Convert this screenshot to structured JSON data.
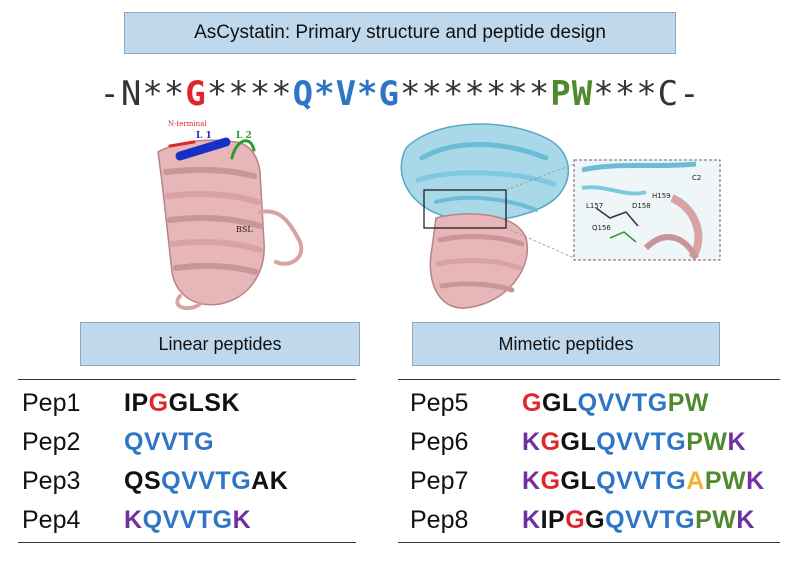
{
  "colors": {
    "red": "#e0262b",
    "blue": "#2e75c6",
    "green": "#4f8a2e",
    "purple": "#7030a0",
    "black": "#111111",
    "orange": "#f2b233",
    "gray": "#333333"
  },
  "title": "AsCystatin: Primary structure and peptide design",
  "sequence": [
    {
      "text": "-N**",
      "color": "gray",
      "bold": false
    },
    {
      "text": "G",
      "color": "red",
      "bold": true
    },
    {
      "text": "****",
      "color": "gray",
      "bold": false
    },
    {
      "text": "Q*V*G",
      "color": "blue",
      "bold": true
    },
    {
      "text": "*******",
      "color": "gray",
      "bold": false
    },
    {
      "text": "PW",
      "color": "green",
      "bold": true
    },
    {
      "text": "***C-",
      "color": "gray",
      "bold": false
    }
  ],
  "figure_left": {
    "n_terminal": "N-terminal",
    "l1": "L 1",
    "l2": "L 2",
    "bsl": "BSL"
  },
  "figure_right": {
    "labels": [
      "C2",
      "H159",
      "L157",
      "D158",
      "Q156"
    ]
  },
  "linear": {
    "header": "Linear peptides",
    "rows": [
      {
        "name": "Pep1",
        "segments": [
          {
            "text": "IP",
            "color": "black"
          },
          {
            "text": "G",
            "color": "red"
          },
          {
            "text": "GLSK",
            "color": "black"
          }
        ]
      },
      {
        "name": "Pep2",
        "segments": [
          {
            "text": "QVVTG",
            "color": "blue"
          }
        ]
      },
      {
        "name": "Pep3",
        "segments": [
          {
            "text": "QS",
            "color": "black"
          },
          {
            "text": "QVVTG",
            "color": "blue"
          },
          {
            "text": "AK",
            "color": "black"
          }
        ]
      },
      {
        "name": "Pep4",
        "segments": [
          {
            "text": "K",
            "color": "purple"
          },
          {
            "text": "QVVTG",
            "color": "blue"
          },
          {
            "text": "K",
            "color": "purple"
          }
        ]
      }
    ]
  },
  "mimetic": {
    "header": "Mimetic peptides",
    "rows": [
      {
        "name": "Pep5",
        "segments": [
          {
            "text": "G",
            "color": "red"
          },
          {
            "text": "GL",
            "color": "black"
          },
          {
            "text": "QVVTG",
            "color": "blue"
          },
          {
            "text": "PW",
            "color": "green"
          }
        ]
      },
      {
        "name": "Pep6",
        "segments": [
          {
            "text": "K",
            "color": "purple"
          },
          {
            "text": "G",
            "color": "red"
          },
          {
            "text": "GL",
            "color": "black"
          },
          {
            "text": "QVVTG",
            "color": "blue"
          },
          {
            "text": "PW",
            "color": "green"
          },
          {
            "text": "K",
            "color": "purple"
          }
        ]
      },
      {
        "name": "Pep7",
        "segments": [
          {
            "text": "K",
            "color": "purple"
          },
          {
            "text": "G",
            "color": "red"
          },
          {
            "text": "GL",
            "color": "black"
          },
          {
            "text": "QVVTG",
            "color": "blue"
          },
          {
            "text": "A",
            "color": "orange"
          },
          {
            "text": "PW",
            "color": "green"
          },
          {
            "text": "K",
            "color": "purple"
          }
        ]
      },
      {
        "name": "Pep8",
        "segments": [
          {
            "text": "K",
            "color": "purple"
          },
          {
            "text": "IP",
            "color": "black"
          },
          {
            "text": "G",
            "color": "red"
          },
          {
            "text": "G",
            "color": "black"
          },
          {
            "text": "QVVTG",
            "color": "blue"
          },
          {
            "text": "PW",
            "color": "green"
          },
          {
            "text": "K",
            "color": "purple"
          }
        ]
      }
    ]
  }
}
